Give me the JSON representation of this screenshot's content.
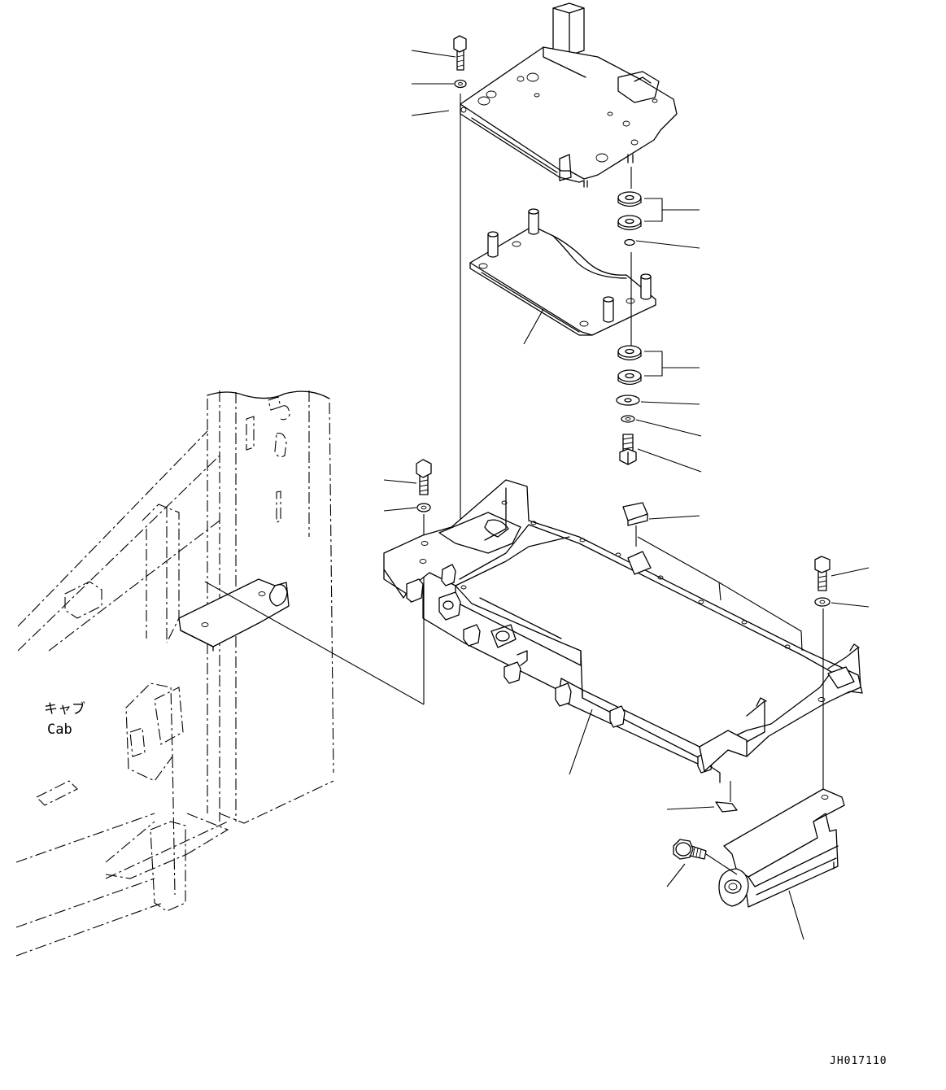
{
  "diagram": {
    "cab_label_jp": "キャブ",
    "cab_label_en": "Cab",
    "drawing_code": "JH017110"
  }
}
